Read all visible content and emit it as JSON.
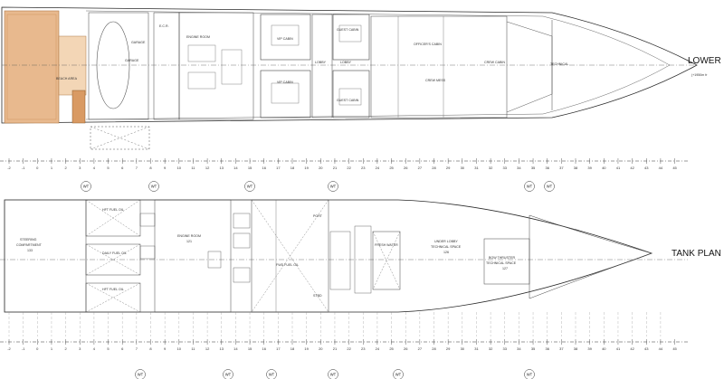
{
  "titles": {
    "lower_deck": "LOWER D",
    "lower_deck_sub": "(+1950m fr",
    "tank_plan": "TANK PLAN"
  },
  "lower_deck_rooms": {
    "beach": "BEACH AREA",
    "garage1": "GARAGE",
    "garage2": "GARAGE",
    "ecr": "E.C.R.",
    "engine": "ENGINE ROOM",
    "vip_top": "VIP CABIN",
    "vip_bottom": "VIP CABIN",
    "guest_top": "GUEST CABIN",
    "guest_bottom": "GUEST CABIN",
    "lobby1": "LOBBY",
    "lobby2": "LOBBY",
    "officer": "OFFICER'S CABIN",
    "crew_cabin": "CREW CABIN",
    "crew_mess": "CREW MESS",
    "technical": "TECHNICAL"
  },
  "tank_rooms": {
    "steering": "STEERING",
    "steering2": "COMPARTMENT",
    "steering_no": "133",
    "hft_top": "HFT FUEL OIL",
    "hft_bottom": "HFT FUEL OIL",
    "daily_fuel": "DAILY FUEL OIL",
    "engine": "ENGINE ROOM",
    "engine_no": "121",
    "fwd_fuel": "FWD FUEL OIL",
    "port": "PORT",
    "stbd": "STBD",
    "fresh_water": "FRESH WATER",
    "under_lobby": "UNDER LOBBY",
    "technical_space": "TECHNICAL SPACE",
    "tech_no": "126",
    "bow_thruster": "BOW THRUSTER",
    "bow_thruster2": "TECHNICAL SPACE",
    "bow_no": "127"
  },
  "frame_ticks": [
    "-2",
    "-1",
    "0",
    "1",
    "2",
    "3",
    "4",
    "5",
    "6",
    "7",
    "8",
    "9",
    "10",
    "11",
    "12",
    "13",
    "14",
    "15",
    "16",
    "17",
    "18",
    "19",
    "20",
    "21",
    "22",
    "23",
    "24",
    "25",
    "26",
    "27",
    "28",
    "29",
    "30",
    "31",
    "32",
    "33",
    "34",
    "35",
    "36",
    "37",
    "38",
    "39",
    "40",
    "41",
    "42",
    "43",
    "44",
    "45"
  ],
  "wt_marks_upper": [
    "WT",
    "WT",
    "WT",
    "WT",
    "WT",
    "WT"
  ],
  "wt_marks_lower": [
    "WT",
    "WT",
    "WT",
    "WT",
    "WT",
    "WT"
  ],
  "colors": {
    "line": "#2a2a2a",
    "dash": "#555555",
    "deck_wood": "#e8b98e",
    "deck_wood_dark": "#d99a63",
    "hull_fill": "#ffffff"
  }
}
